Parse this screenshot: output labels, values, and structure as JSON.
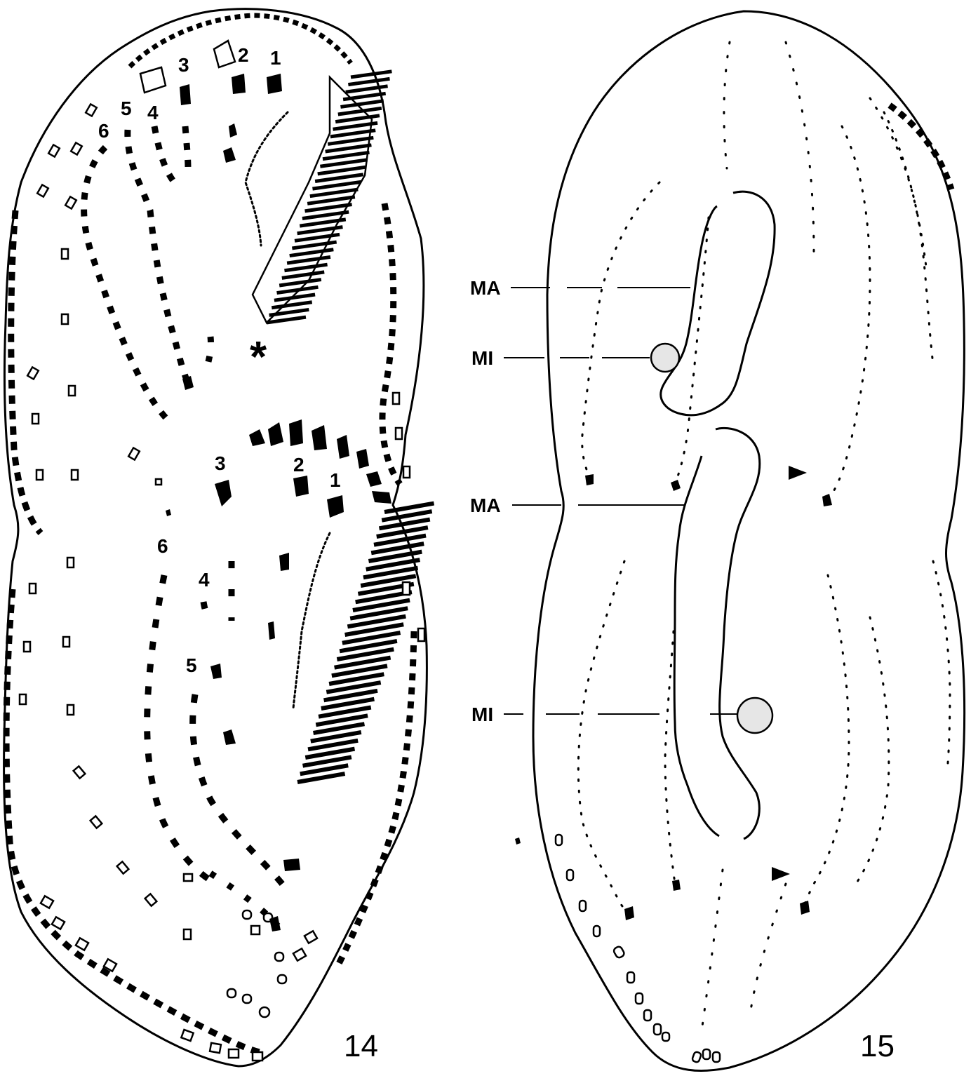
{
  "figures": [
    {
      "number": "14",
      "membranelle_labels_anterior": [
        "1",
        "2",
        "3",
        "4",
        "5",
        "6"
      ],
      "membranelle_labels_posterior": [
        "1",
        "2",
        "3",
        "4",
        "5",
        "6"
      ],
      "marker": "*"
    },
    {
      "number": "15",
      "labels": {
        "macronucleus_upper": "MA",
        "micronucleus_upper": "MI",
        "macronucleus_lower": "MA",
        "micronucleus_lower": "MI"
      }
    }
  ]
}
